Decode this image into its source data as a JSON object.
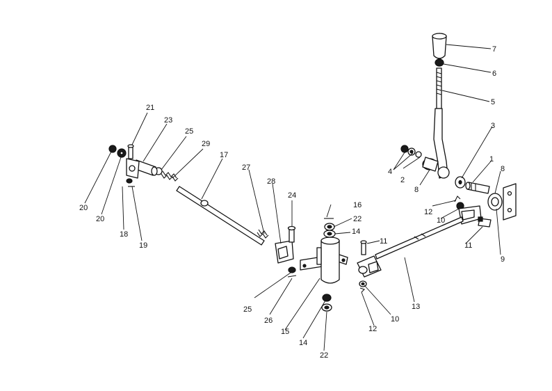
{
  "labels": {
    "l1": "1",
    "l2": "2",
    "l3": "3",
    "l4": "4",
    "l5": "5",
    "l6": "6",
    "l7": "7",
    "l8a": "8",
    "l8b": "8",
    "l9": "9",
    "l10a": "10",
    "l10b": "10",
    "l11a": "11",
    "l11b": "11",
    "l12a": "12",
    "l12b": "12",
    "l13": "13",
    "l14a": "14",
    "l14b": "14",
    "l15": "15",
    "l16": "16",
    "l17": "17",
    "l18": "18",
    "l19": "19",
    "l20a": "20",
    "l20b": "20",
    "l21": "21",
    "l22a": "22",
    "l22b": "22",
    "l23": "23",
    "l24": "24",
    "l25a": "25",
    "l25b": "25",
    "l26": "26",
    "l27": "27",
    "l28": "28",
    "l29": "29"
  }
}
